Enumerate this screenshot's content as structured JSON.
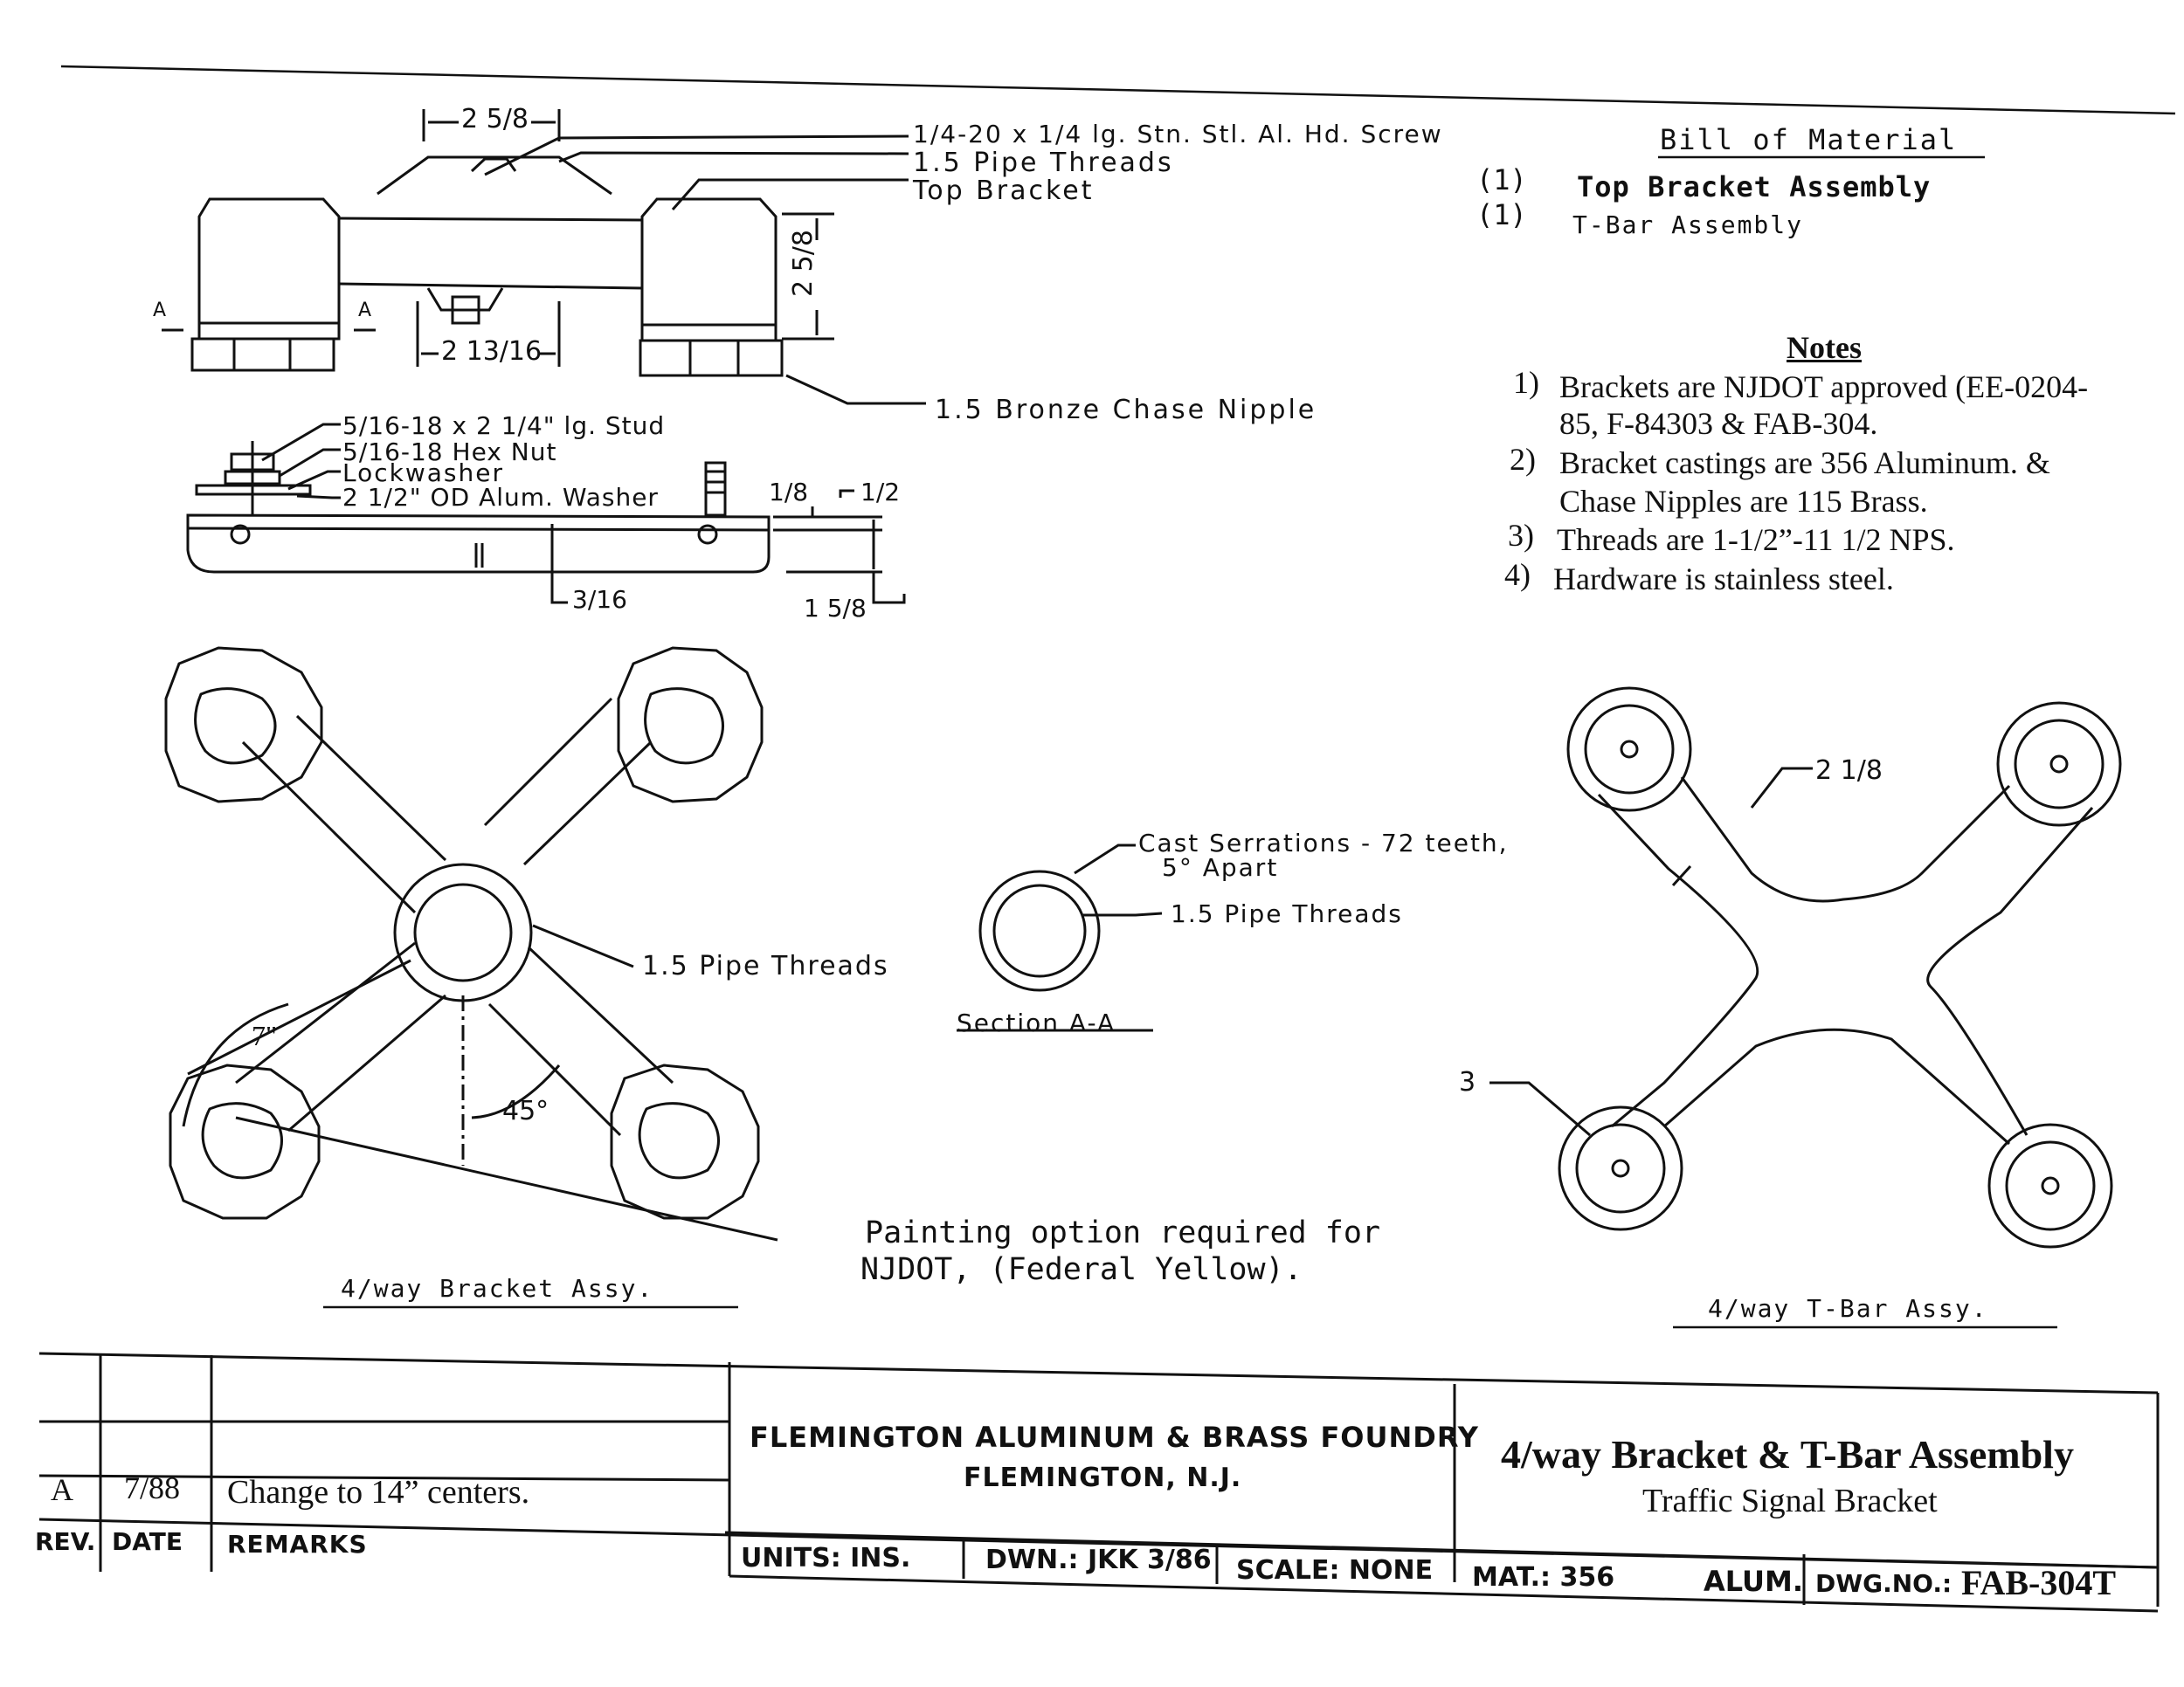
{
  "drawing": {
    "callouts_top": {
      "screw": "1/4-20 x 1/4 lg. Stn. Stl. Al. Hd. Screw",
      "pipe_threads": "1.5  Pipe  Threads",
      "top_bracket": "Top  Bracket",
      "chase_nipple": "1.5  Bronze  Chase  Nipple"
    },
    "callouts_side": {
      "stud": "5/16-18 x 2 1/4\" lg. Stud",
      "hex_nut": "5/16-18 Hex  Nut",
      "lockwasher": "Lockwasher",
      "washer": "2 1/2\" OD  Alum. Washer"
    },
    "dimensions": {
      "d_2_5_8_top": "2 5/8",
      "d_2_5_8_side": "2 5/8",
      "d_2_13_16": "2 13/16",
      "d_1_8": "1/8",
      "d_1_2": "1/2",
      "d_3_16": "3/16",
      "d_1_5_8": "1 5/8",
      "section_marker": "A",
      "d_7": "7\"",
      "d_45": "45°",
      "d_2_1_8": "2 1/8",
      "d_3": "3"
    },
    "plan_labels": {
      "pipe_threads": "1.5  Pipe  Threads",
      "serrations_line1": "Cast  Serrations - 72 teeth,",
      "serrations_line2": "5° Apart",
      "section_pipe_threads": "1.5  Pipe  Threads",
      "section_title": "Section  A-A",
      "bracket_title": "4/way  Bracket  Assy.",
      "tbar_title": "4/way  T-Bar  Assy.",
      "painting_line1": "Painting option required for",
      "painting_line2": "NJDOT, (Federal Yellow)."
    },
    "bill_of_material": {
      "title": "Bill  of  Material",
      "items": [
        {
          "qty": "(1)",
          "name": "Top  Bracket  Assembly"
        },
        {
          "qty": "(1)",
          "name": "T-Bar  Assembly"
        }
      ]
    },
    "notes": {
      "title": "Notes",
      "items": [
        {
          "num": "1)",
          "line1": "Brackets are  NJDOT approved (EE-0204-",
          "line2": "85, F-84303 & FAB-304."
        },
        {
          "num": "2)",
          "line1": "Bracket castings are 356 Aluminum. &",
          "line2": "Chase Nipples are 115 Brass."
        },
        {
          "num": "3)",
          "line1": "Threads are 1-1/2”-11 1/2 NPS.",
          "line2": ""
        },
        {
          "num": "4)",
          "line1": "Hardware is stainless steel.",
          "line2": ""
        }
      ]
    }
  },
  "title_block": {
    "revision": {
      "rev": "A",
      "date": "7/88",
      "remarks": "Change to 14” centers."
    },
    "headers": {
      "rev": "REV.",
      "date": "DATE",
      "remarks": "REMARKS"
    },
    "company_line1": "FLEMINGTON ALUMINUM & BRASS FOUNDRY",
    "company_line2": "FLEMINGTON, N.J.",
    "drawing_title": "4/way Bracket & T-Bar Assembly",
    "drawing_subtitle": "Traffic Signal Bracket",
    "units": "UNITS: INS.",
    "drawn": "DWN.: JKK 3/86",
    "scale": "SCALE: NONE",
    "material": "MAT.: 356",
    "alum": "ALUM.",
    "dwg_no_label": "DWG.NO.:",
    "dwg_no": "FAB-304T"
  }
}
